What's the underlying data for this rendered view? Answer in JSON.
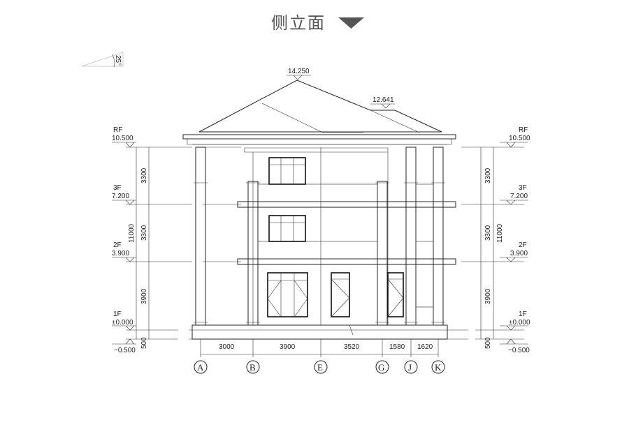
{
  "title": "侧立面",
  "roof_slope": "25°",
  "ridge_elevations": {
    "main": "14.250",
    "secondary": "12.641"
  },
  "levels": [
    {
      "name": "RF",
      "elevation": "10.500"
    },
    {
      "name": "3F",
      "elevation": "7.200"
    },
    {
      "name": "2F",
      "elevation": "3.900"
    },
    {
      "name": "1F",
      "elevation": "±0.000"
    }
  ],
  "ground_elevation": "−0.500",
  "vertical_dimensions": {
    "floor_3": "3300",
    "floor_2": "3300",
    "floor_1": "3900",
    "plinth": "500",
    "total": "11000"
  },
  "horizontal_dimensions": [
    "3000",
    "3900",
    "3520",
    "1580",
    "1620"
  ],
  "grid_axes": [
    "A",
    "B",
    "E",
    "G",
    "J",
    "K"
  ]
}
